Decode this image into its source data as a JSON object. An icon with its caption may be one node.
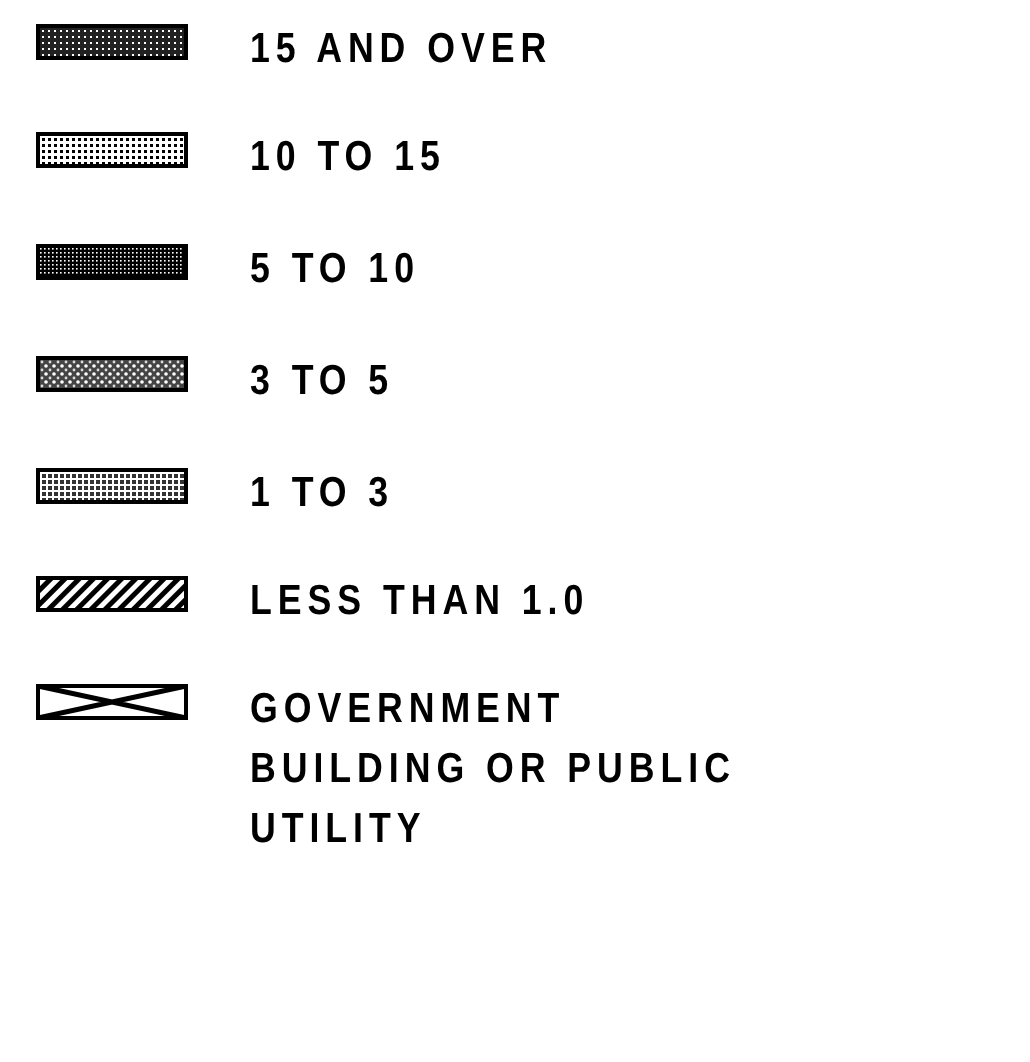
{
  "diagram": {
    "legend": [
      {
        "text": "15 AND OVER"
      },
      {
        "text": "10 TO 15"
      },
      {
        "text": "5 TO 10"
      },
      {
        "text": "3 TO 5"
      },
      {
        "text": "1 TO 3"
      },
      {
        "text": "LESS THAN 1.0"
      },
      {
        "text": "GOVERNMENT BUILDING OR PUBLIC UTILITY"
      }
    ]
  }
}
